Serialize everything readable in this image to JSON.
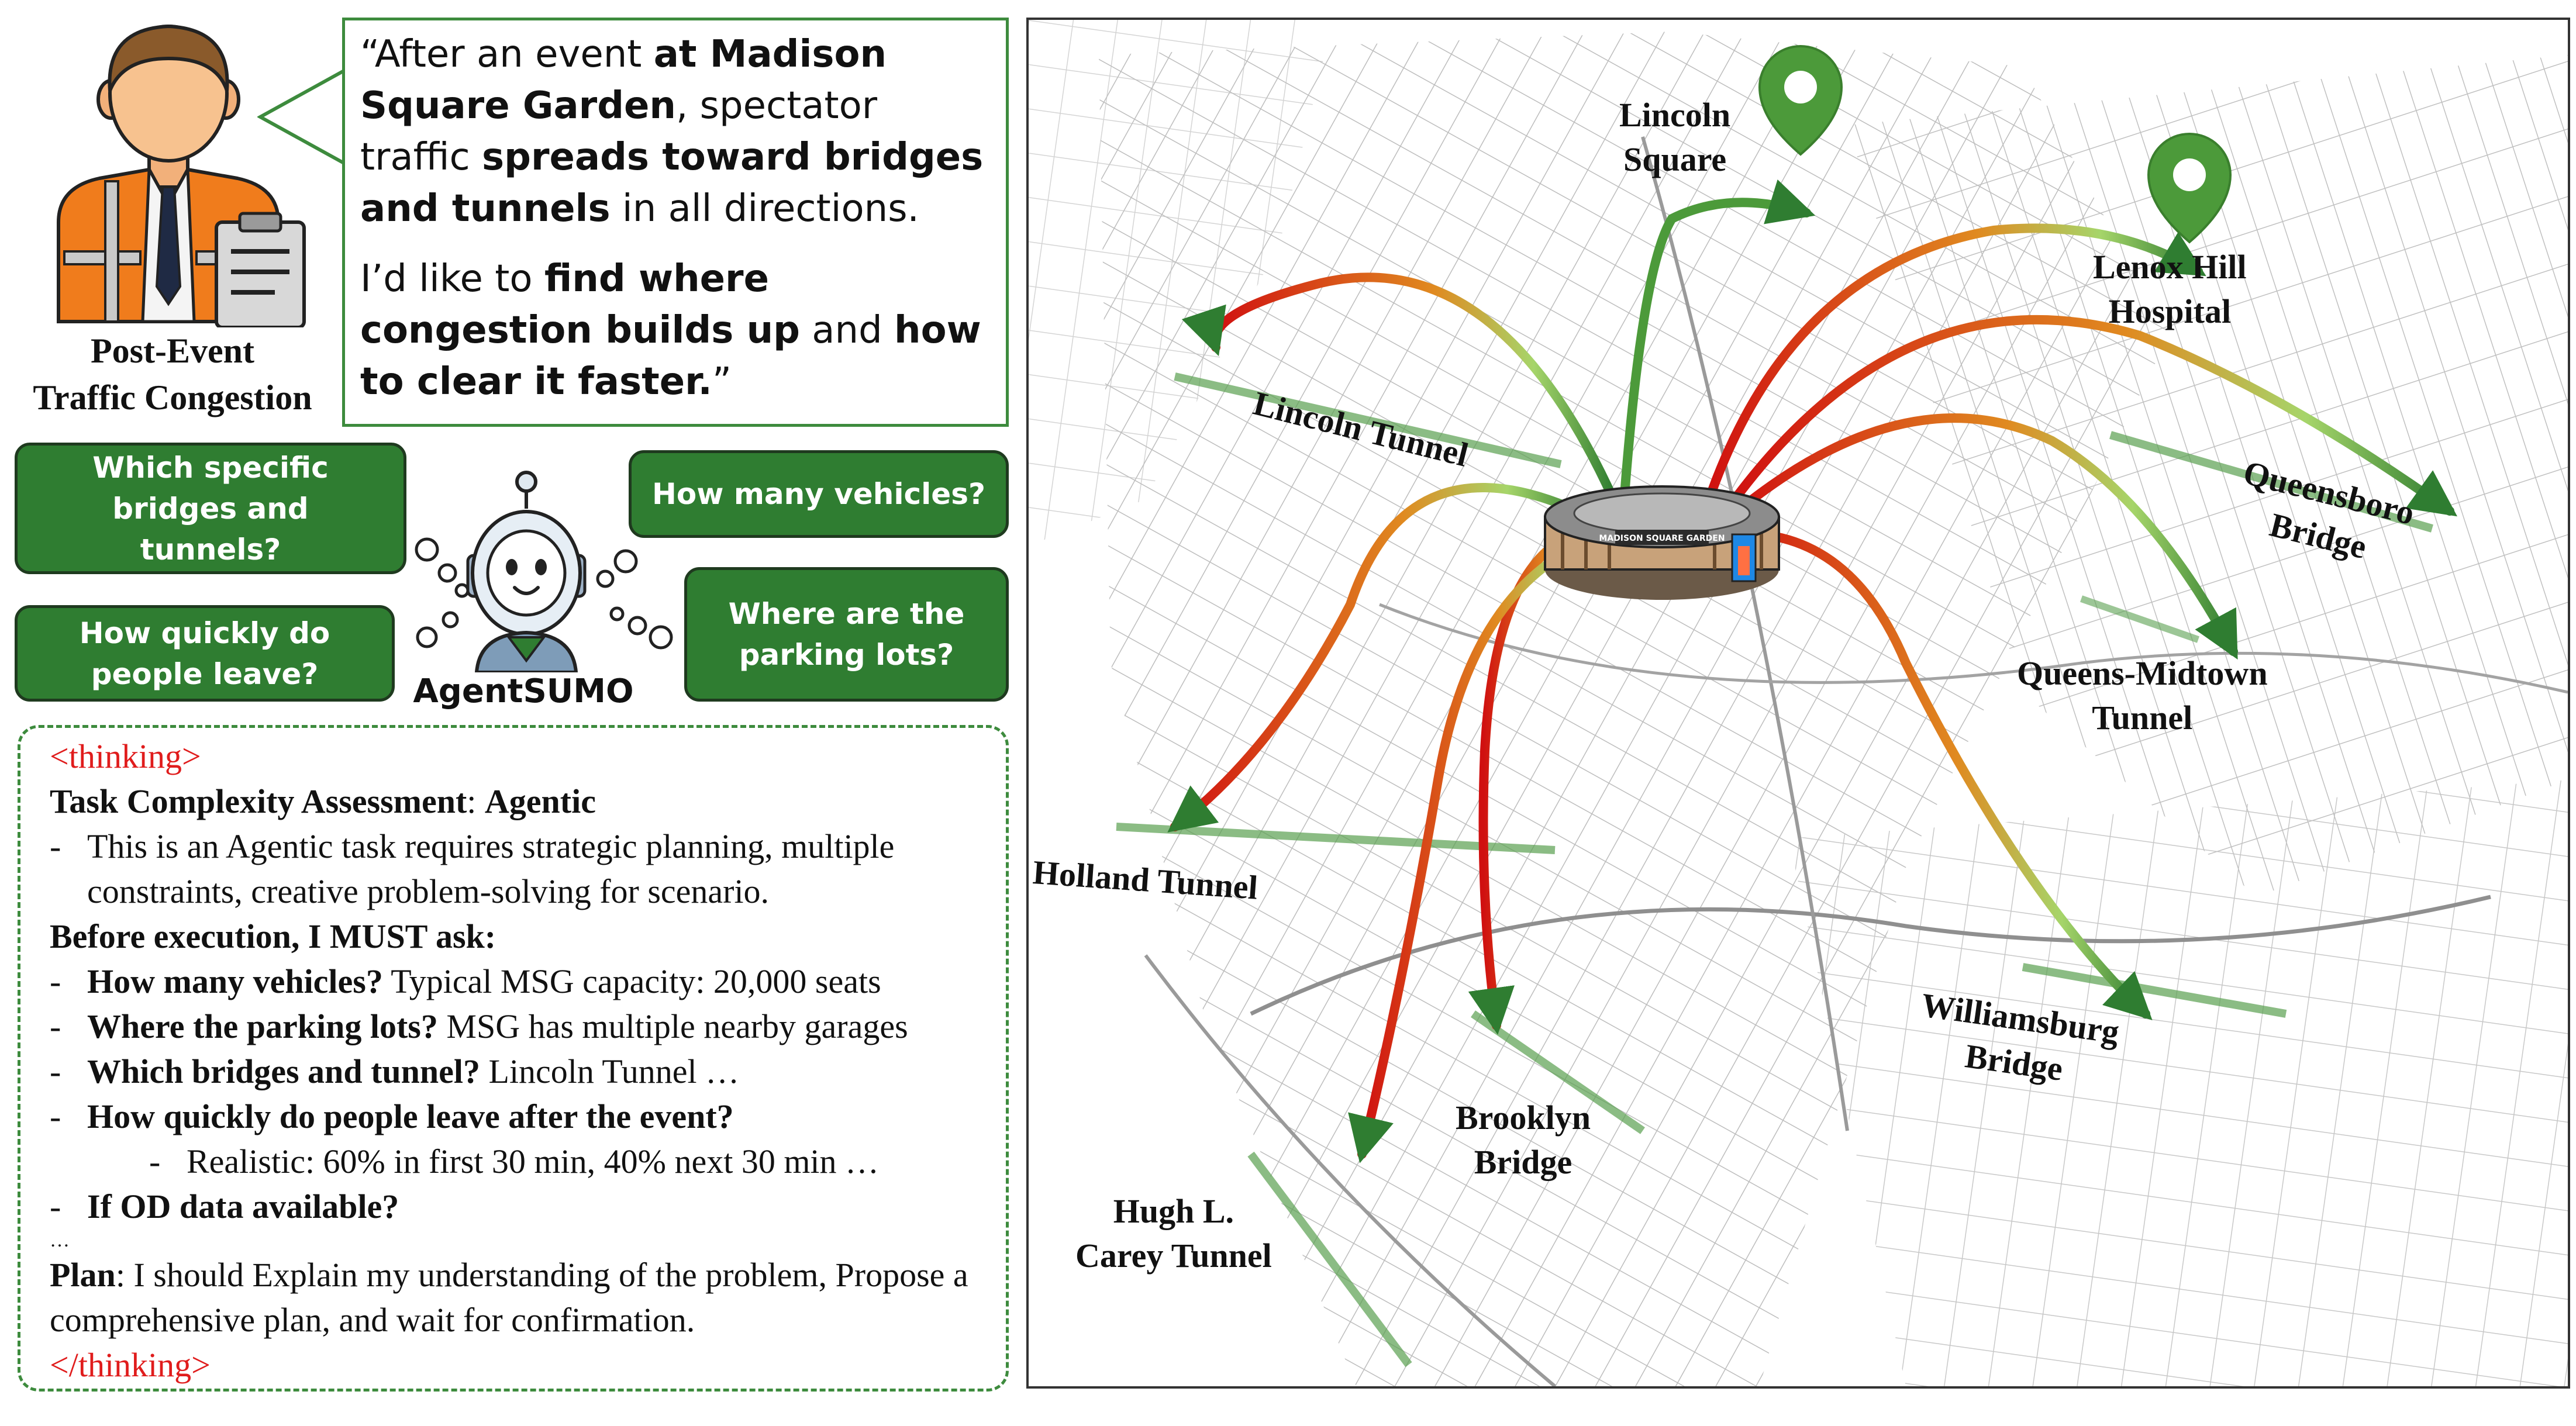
{
  "persona": {
    "caption_line1": "Post-Event",
    "caption_line2": "Traffic Congestion"
  },
  "speech": {
    "p1": [
      "“After an event ",
      "at Madison Square Garden",
      ", spectator traffic ",
      "spreads toward bridges and tunnels",
      " in all directions."
    ],
    "p2": [
      "I’d like to ",
      "find where congestion builds up",
      " and ",
      "how to clear it faster.",
      "”"
    ]
  },
  "agent": {
    "name": "AgentSUMO",
    "questions": [
      "Which specific bridges and tunnels?",
      "How many vehicles?",
      "How quickly do people leave?",
      "Where are the parking lots?"
    ]
  },
  "thinking": {
    "open_tag": "<thinking>",
    "assessment_label": "Task Complexity Assessment",
    "assessment_value": "Agentic",
    "assessment_detail": "This is an Agentic task requires strategic planning, multiple constraints, creative problem-solving for scenario.",
    "before_label": "Before execution, I MUST ask:",
    "items": [
      {
        "q": "How many vehicles?",
        "a": " Typical MSG capacity: 20,000 seats"
      },
      {
        "q": "Where the parking lots?",
        "a": " MSG has multiple nearby garages"
      },
      {
        "q": "Which bridges and tunnel?",
        "a": " Lincoln Tunnel …"
      },
      {
        "q": "How quickly do people leave after the event?",
        "a": ""
      }
    ],
    "sub_item": "Realistic: 60% in first 30 min, 40% next 30 min …",
    "last_item": "If OD data available?",
    "ellipsis": "…",
    "plan_label": "Plan",
    "plan_text": "I should Explain my understanding of the problem, Propose a comprehensive plan, and wait for confirmation.",
    "close_tag": "</thinking>"
  },
  "map": {
    "labels": {
      "lincoln_square": "Lincoln\nSquare",
      "lenox_hill": "Lenox Hill\nHospital",
      "lincoln_tunnel": "Lincoln Tunnel",
      "queensboro": "Queensboro\nBridge",
      "queens_midtown": "Queens-Midtown\nTunnel",
      "holland": "Holland Tunnel",
      "williamsburg": "Williamsburg\nBridge",
      "brooklyn": "Brooklyn\nBridge",
      "hugh_carey": "Hugh L.\nCarey Tunnel"
    },
    "venue_sign": "MADISON SQUARE GARDEN"
  },
  "colors": {
    "green_dark": "#2f7d31",
    "green_mid": "#4c9a3a",
    "green_light": "#a6d56a",
    "red": "#d01010",
    "orange": "#e08a20"
  }
}
